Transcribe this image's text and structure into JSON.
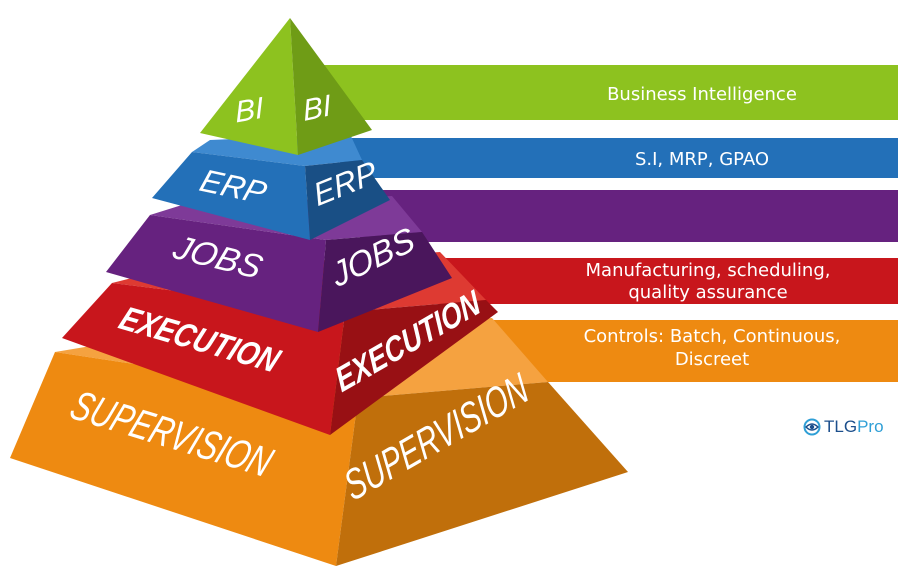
{
  "layers": [
    {
      "id": "bi",
      "front_label": "BI",
      "side_label": "BI",
      "description": [
        "Business Intelligence"
      ],
      "colors": {
        "front": "#8dc21f",
        "side": "#6f9c16",
        "top": "#a8d840",
        "band": "#8dc21f"
      }
    },
    {
      "id": "erp",
      "front_label": "ERP",
      "side_label": "ERP",
      "description": [
        "S.I, MRP, GPAO"
      ],
      "colors": {
        "front": "#2370b8",
        "side": "#194f85",
        "top": "#3f8ad0",
        "band": "#2370b8"
      }
    },
    {
      "id": "jobs",
      "front_label": "JOBS",
      "side_label": "JOBS",
      "description": [],
      "colors": {
        "front": "#66227f",
        "side": "#4a165c",
        "top": "#7e3a98",
        "band": "#66227f"
      }
    },
    {
      "id": "execution",
      "front_label": "EXECUTION",
      "side_label": "EXECUTION",
      "description": [
        "Manufacturing, scheduling,",
        "quality assurance"
      ],
      "colors": {
        "front": "#c8161c",
        "side": "#981014",
        "top": "#de3a32",
        "band": "#c8161c"
      }
    },
    {
      "id": "supervision",
      "front_label": "SUPERVISION",
      "side_label": "SUPERVISION",
      "description": [
        "Controls: Batch, Continuous,",
        "Discreet"
      ],
      "colors": {
        "front": "#ee8a11",
        "side": "#c06f0b",
        "top": "#f5a240",
        "band": "#ee8a11"
      }
    }
  ],
  "logo": {
    "text_main": "TLG",
    "text_accent": "Pro",
    "color": "#1c4f8c",
    "accent_color": "#2f9fd6"
  }
}
